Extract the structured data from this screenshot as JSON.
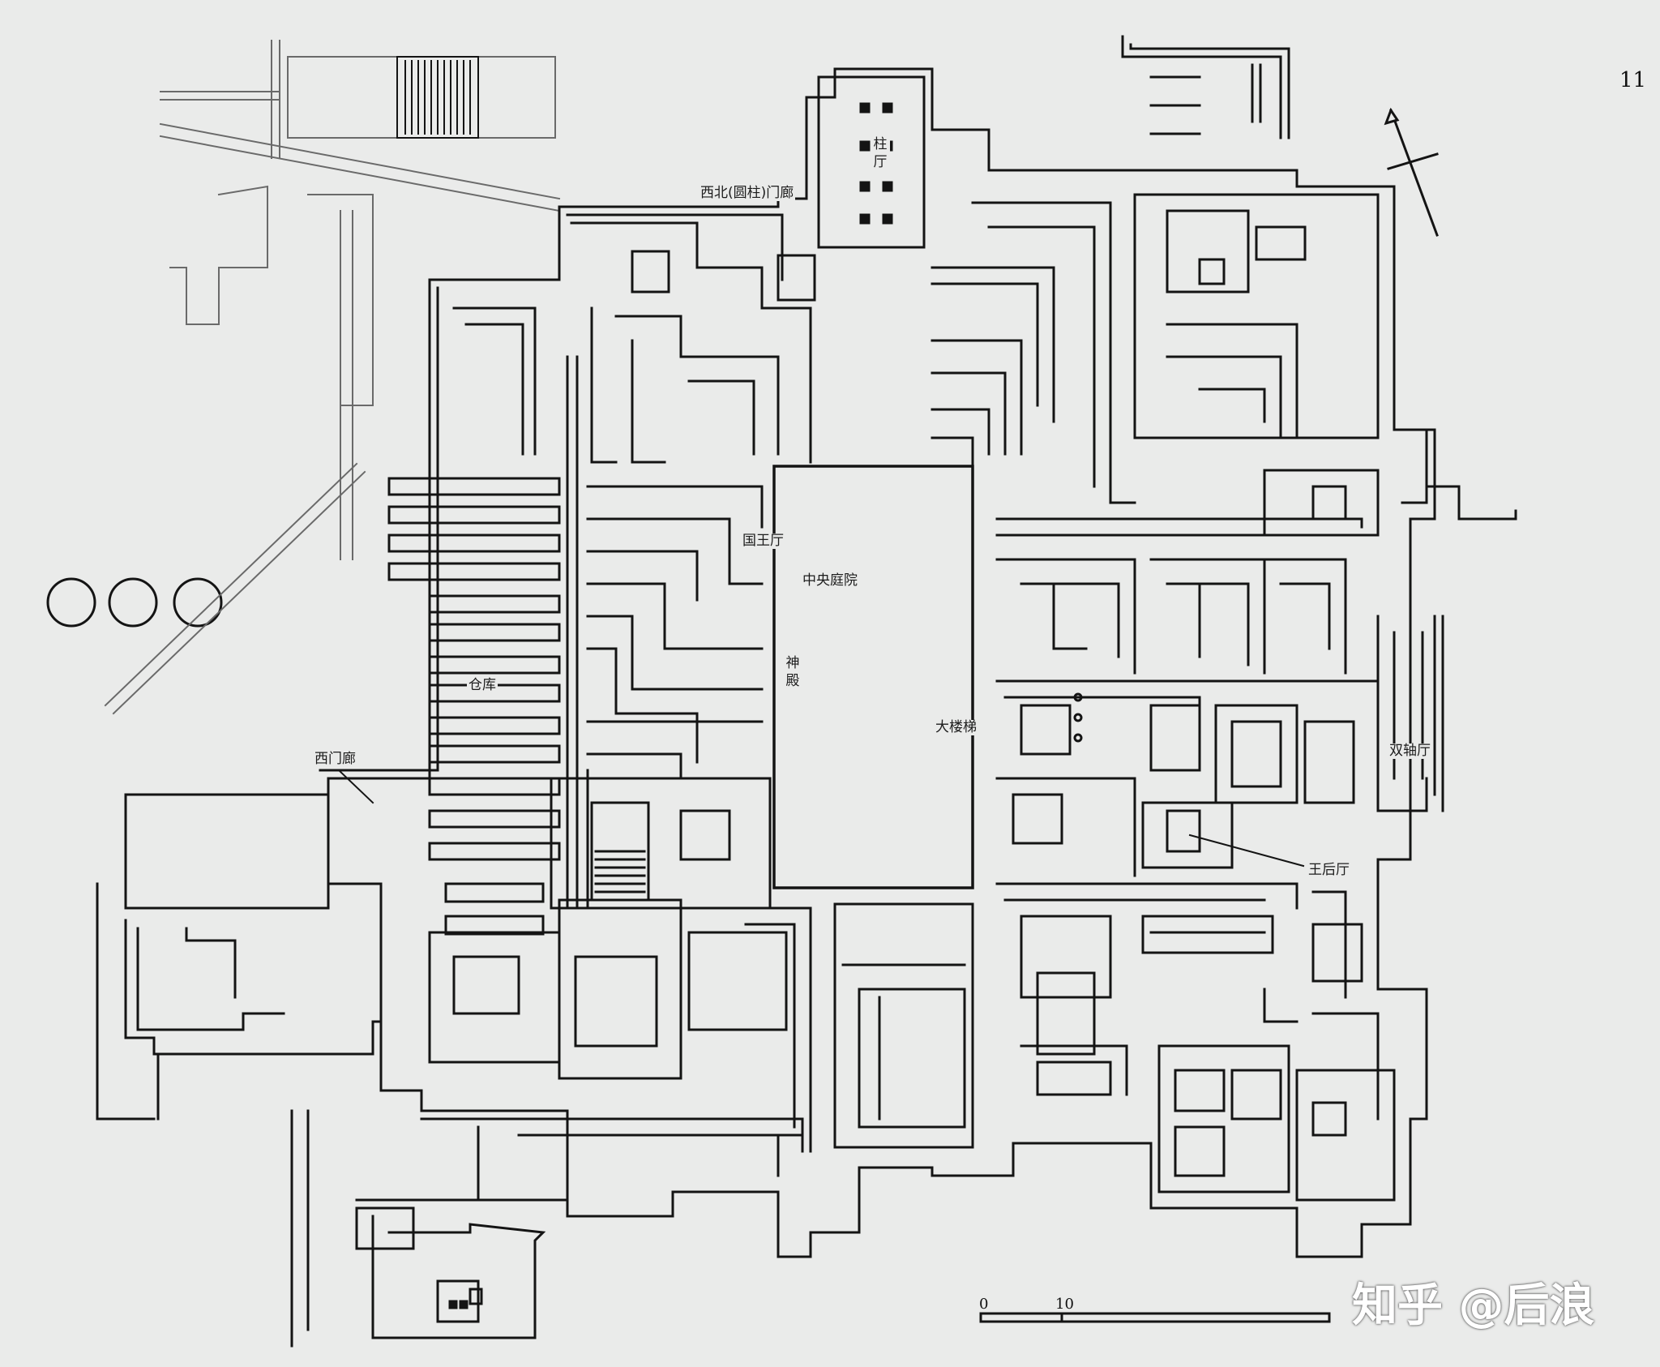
{
  "page_number": "11",
  "labels": {
    "nw_gate": "西北(圆柱)门廊",
    "pillar_hall": "柱厅",
    "kings_hall": "国王厅",
    "central_court": "中央庭院",
    "shrine": "神殿",
    "storage": "仓库",
    "grand_staircase": "大楼梯",
    "west_gate": "西门廊",
    "double_axe_hall": "双轴厅",
    "queens_hall": "王后厅"
  },
  "scale": {
    "start": "0",
    "mark": "10"
  },
  "watermark": "知乎 @后浪",
  "colors": {
    "paper": "#eaebea",
    "ink": "#141414"
  }
}
